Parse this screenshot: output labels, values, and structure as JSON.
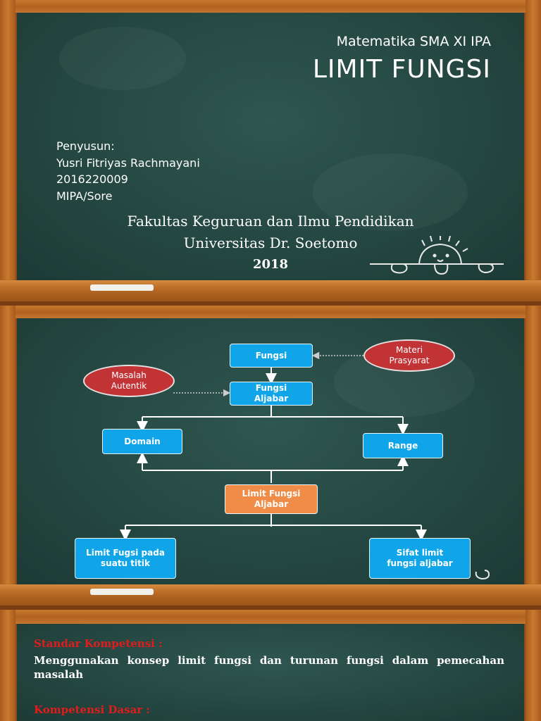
{
  "slide1": {
    "subject": "Matematika SMA XI IPA",
    "title": "LIMIT FUNGSI",
    "author": {
      "label": "Penyusun:",
      "name": "Yusri Fitriyas Rachmayani",
      "nim": "2016220009",
      "program": "MIPA/Sore"
    },
    "faculty": "Fakultas Keguruan dan Ilmu Pendidikan",
    "university": "Universitas Dr. Soetomo",
    "year": "2018"
  },
  "slide2": {
    "nodes": {
      "fungsi": "Fungsi",
      "fungsi_aljabar_1": "Fungsi",
      "fungsi_aljabar_2": "Aljabar",
      "materi_1": "Materi",
      "materi_2": "Prasyarat",
      "masalah_1": "Masalah",
      "masalah_2": "Autentik",
      "domain": "Domain",
      "range": "Range",
      "limit_1": "Limit Fungsi",
      "limit_2": "Aljabar",
      "titik_1": "Limit Fugsi pada",
      "titik_2": "suatu titik",
      "sifat_1": "Sifat limit",
      "sifat_2": "fungsi aljabar"
    },
    "colors": {
      "box": "#10a5e8",
      "limit_box": "#f08c48",
      "oval": "#c23336"
    }
  },
  "slide3": {
    "sk_title": "Standar Kompetensi :",
    "sk_text": "Menggunakan konsep limit fungsi dan turunan fungsi dalam pemecahan masalah",
    "kd_title": "Kompetensi Dasar :"
  }
}
